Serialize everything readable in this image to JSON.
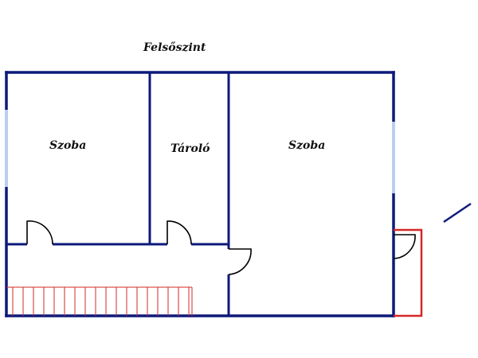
{
  "plan": {
    "title": "Felsőszint",
    "rooms": [
      {
        "label": "Szoba"
      },
      {
        "label": "Tároló"
      },
      {
        "label": "Szoba"
      }
    ]
  },
  "colors": {
    "wall": "#0d1a7a",
    "window": "#b8cff0",
    "stairs": "#d42828",
    "balcony": "#d42828",
    "door": "#000000"
  }
}
